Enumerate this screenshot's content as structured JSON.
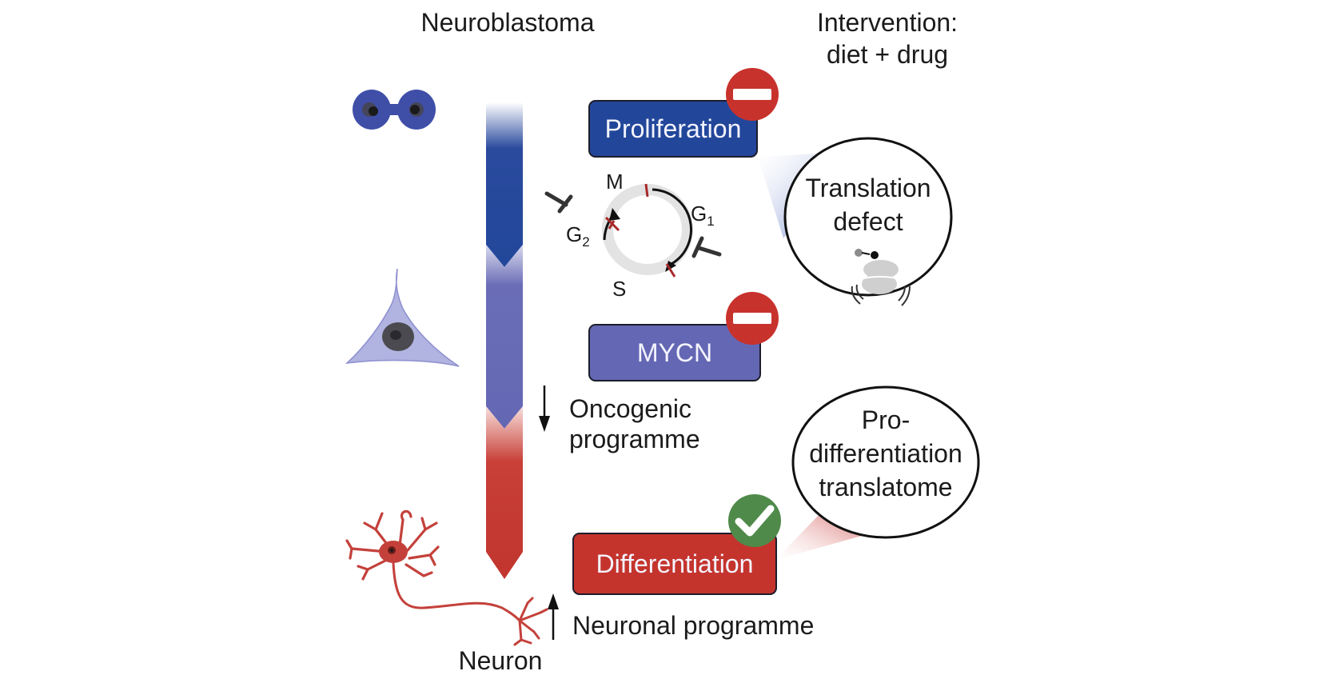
{
  "headings": {
    "left": "Neuroblastoma",
    "right_line1": "Intervention:",
    "right_line2": "diet + drug",
    "bottom": "Neuron"
  },
  "boxes": {
    "proliferation": {
      "label": "Proliferation",
      "color": "#22479a",
      "status": "inhibited"
    },
    "mycn": {
      "label": "MYCN",
      "color": "#6467b3",
      "status": "inhibited"
    },
    "differentiation": {
      "label": "Differentiation",
      "color": "#c4342d",
      "status": "promoted"
    }
  },
  "cell_cycle": {
    "phases": {
      "m": "M",
      "g1": "G",
      "g1_sub": "1",
      "g2": "G",
      "g2_sub": "2",
      "s": "S"
    }
  },
  "bubbles": {
    "translation_defect": {
      "line1": "Translation",
      "line2": "defect"
    },
    "translatome": {
      "line1": "Pro-",
      "line2": "differentiation",
      "line3": "translatome"
    }
  },
  "programmes": {
    "oncogenic_line1": "Oncogenic",
    "oncogenic_line2": "programme",
    "oncogenic_direction": "down",
    "neuronal": "Neuronal programme",
    "neuronal_direction": "up"
  },
  "colors": {
    "blue_dark": "#22479a",
    "blue_light": "#6467b3",
    "red": "#c4342d",
    "inhibit_red": "#c8322c",
    "check_green": "#4f8a4a"
  }
}
